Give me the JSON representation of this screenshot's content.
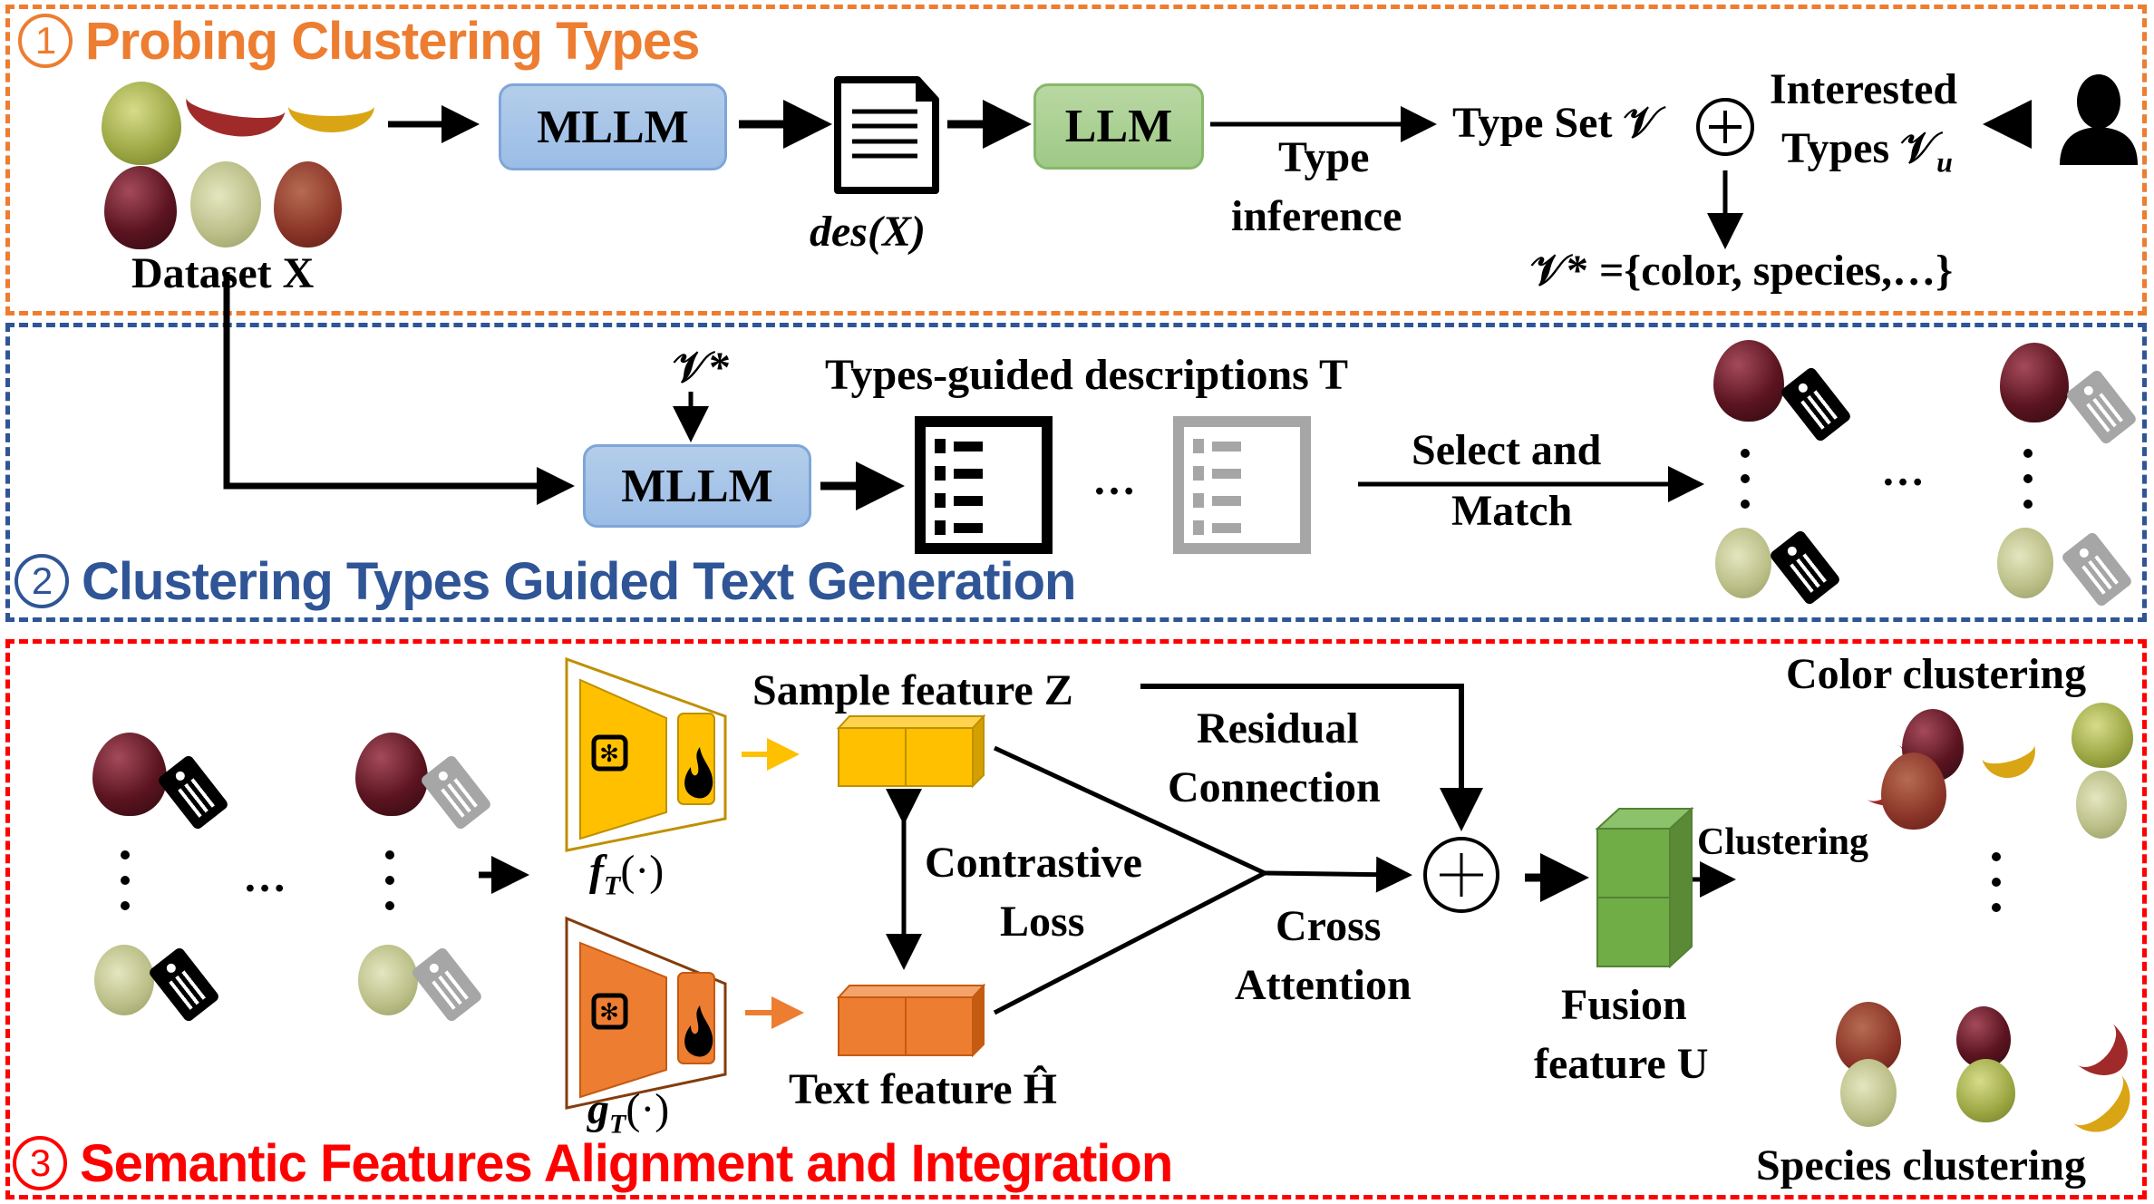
{
  "colors": {
    "section1": "#ED7D31",
    "section2": "#2F5597",
    "section3": "#FF0000",
    "mllm_fill": "#9DC3E6",
    "llm_fill": "#A9D18E",
    "sample_feature": "#FFC000",
    "text_feature": "#ED7D31",
    "fusion_feature": "#70AD47"
  },
  "section1": {
    "number": "1",
    "title": "Probing Clustering Types",
    "dataset_label": "Dataset X",
    "mllm_label": "MLLM",
    "description_label": "des(X)",
    "llm_label": "LLM",
    "type_inference_line1": "Type",
    "type_inference_line2": "inference",
    "type_set_label": "Type Set 𝒱",
    "interested_line1": "Interested",
    "interested_line2": "Types 𝒱",
    "interested_sub": "u",
    "vstar_result": "𝒱* ={color, species,…}",
    "icons": [
      "fruit-images",
      "arrow-right",
      "document-icon",
      "plus-circle-icon",
      "user-icon",
      "dotted-arrow-left"
    ]
  },
  "section2": {
    "number": "2",
    "title": "Clustering Types Guided Text Generation",
    "vstar_input": "𝒱*",
    "mllm_label": "MLLM",
    "descriptions_label": "Types-guided descriptions T",
    "ellipsis": "…",
    "select_line1": "Select and",
    "select_line2": "Match",
    "icons": [
      "list-document-icon",
      "list-document-gray-icon",
      "tag-icon",
      "tag-gray-icon"
    ]
  },
  "section3": {
    "number": "3",
    "title": "Semantic Features Alignment and Integration",
    "encoder_f_label": "f",
    "encoder_f_sub": "T",
    "encoder_f_arg": "(·)",
    "encoder_g_label": "g",
    "encoder_g_sub": "T",
    "encoder_g_arg": "(·)",
    "sample_feature_label": "Sample feature Z",
    "text_feature_label": "Text feature Ĥ",
    "contrastive_line1": "Contrastive",
    "contrastive_line2": "Loss",
    "residual_line1": "Residual",
    "residual_line2": "Connection",
    "cross_line1": "Cross",
    "cross_line2": "Attention",
    "fusion_line1": "Fusion",
    "fusion_line2": "feature U",
    "clustering_label": "Clustering",
    "color_clustering_label": "Color clustering",
    "species_clustering_label": "Species clustering",
    "ellipsis": "…",
    "icons": [
      "snowflake-icon",
      "flame-icon",
      "tag-icon",
      "plus-circle-icon"
    ]
  }
}
